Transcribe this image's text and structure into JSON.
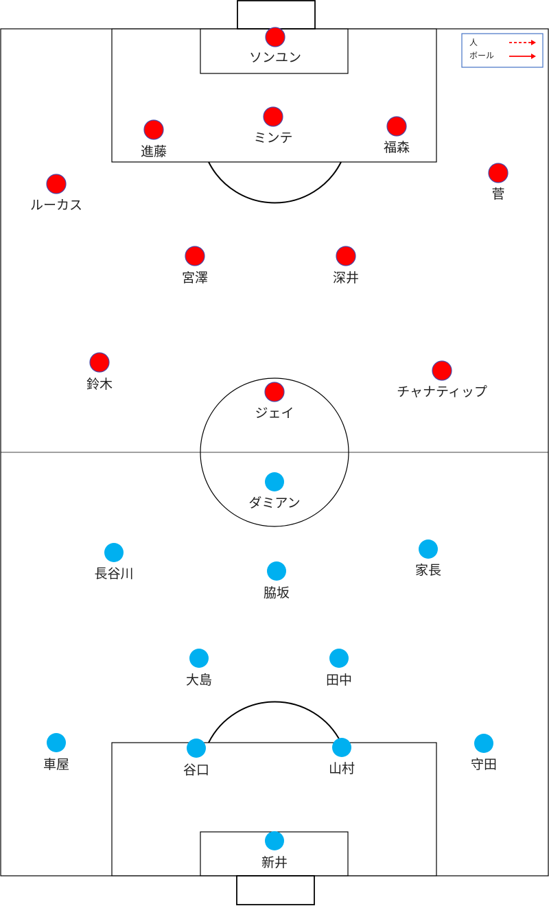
{
  "colors": {
    "home": "#ff0000",
    "home_stroke": "#4a4aa8",
    "away": "#00b0f0",
    "lines": "#000000",
    "legend_border": "#4472c4",
    "arrow": "#ff0000"
  },
  "legend": {
    "person_label": "人",
    "ball_label": "ボール"
  },
  "home_team": [
    {
      "name": "ソンユン"
    },
    {
      "name": "進藤"
    },
    {
      "name": "ミンテ"
    },
    {
      "name": "福森"
    },
    {
      "name": "ルーカス"
    },
    {
      "name": "菅"
    },
    {
      "name": "宮澤"
    },
    {
      "name": "深井"
    },
    {
      "name": "鈴木"
    },
    {
      "name": "チャナティップ"
    },
    {
      "name": "ジェイ"
    }
  ],
  "away_team": [
    {
      "name": "ダミアン"
    },
    {
      "name": "長谷川"
    },
    {
      "name": "家長"
    },
    {
      "name": "脇坂"
    },
    {
      "name": "大島"
    },
    {
      "name": "田中"
    },
    {
      "name": "車屋"
    },
    {
      "name": "谷口"
    },
    {
      "name": "山村"
    },
    {
      "name": "守田"
    },
    {
      "name": "新井"
    }
  ]
}
